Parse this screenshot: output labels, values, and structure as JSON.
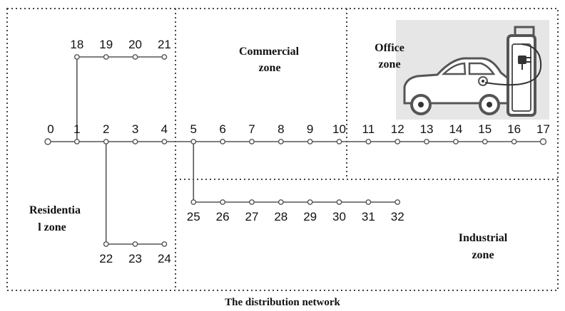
{
  "zones": [
    {
      "id": "residential",
      "lines": [
        "Residentia",
        "l zone"
      ]
    },
    {
      "id": "commercial",
      "lines": [
        "Commercial",
        "zone"
      ]
    },
    {
      "id": "office",
      "lines": [
        "Office",
        "zone"
      ]
    },
    {
      "id": "industrial",
      "lines": [
        "Industrial",
        "zone"
      ]
    }
  ],
  "network": {
    "nodes": [
      "0",
      "1",
      "2",
      "3",
      "4",
      "5",
      "6",
      "7",
      "8",
      "9",
      "10",
      "11",
      "12",
      "13",
      "14",
      "15",
      "16",
      "17",
      "18",
      "19",
      "20",
      "21",
      "22",
      "23",
      "24",
      "25",
      "26",
      "27",
      "28",
      "29",
      "30",
      "31",
      "32"
    ],
    "main_feeder": [
      "0",
      "1",
      "2",
      "3",
      "4",
      "5",
      "6",
      "7",
      "8",
      "9",
      "10",
      "11",
      "12",
      "13",
      "14",
      "15",
      "16",
      "17"
    ],
    "branches": [
      {
        "from": "1",
        "nodes": [
          "18",
          "19",
          "20",
          "21"
        ]
      },
      {
        "from": "2",
        "nodes": [
          "22",
          "23",
          "24"
        ]
      },
      {
        "from": "5",
        "nodes": [
          "25",
          "26",
          "27",
          "28",
          "29",
          "30",
          "31",
          "32"
        ]
      }
    ]
  },
  "illustration": {
    "icon": "ev-charging-icon",
    "bg": "#e6e6e6",
    "stroke": "#555555",
    "plug": "#333333"
  },
  "caption": "The distribution network",
  "colors": {
    "line": "#555555",
    "node_fill": "#ffffff",
    "border": "#444444"
  }
}
